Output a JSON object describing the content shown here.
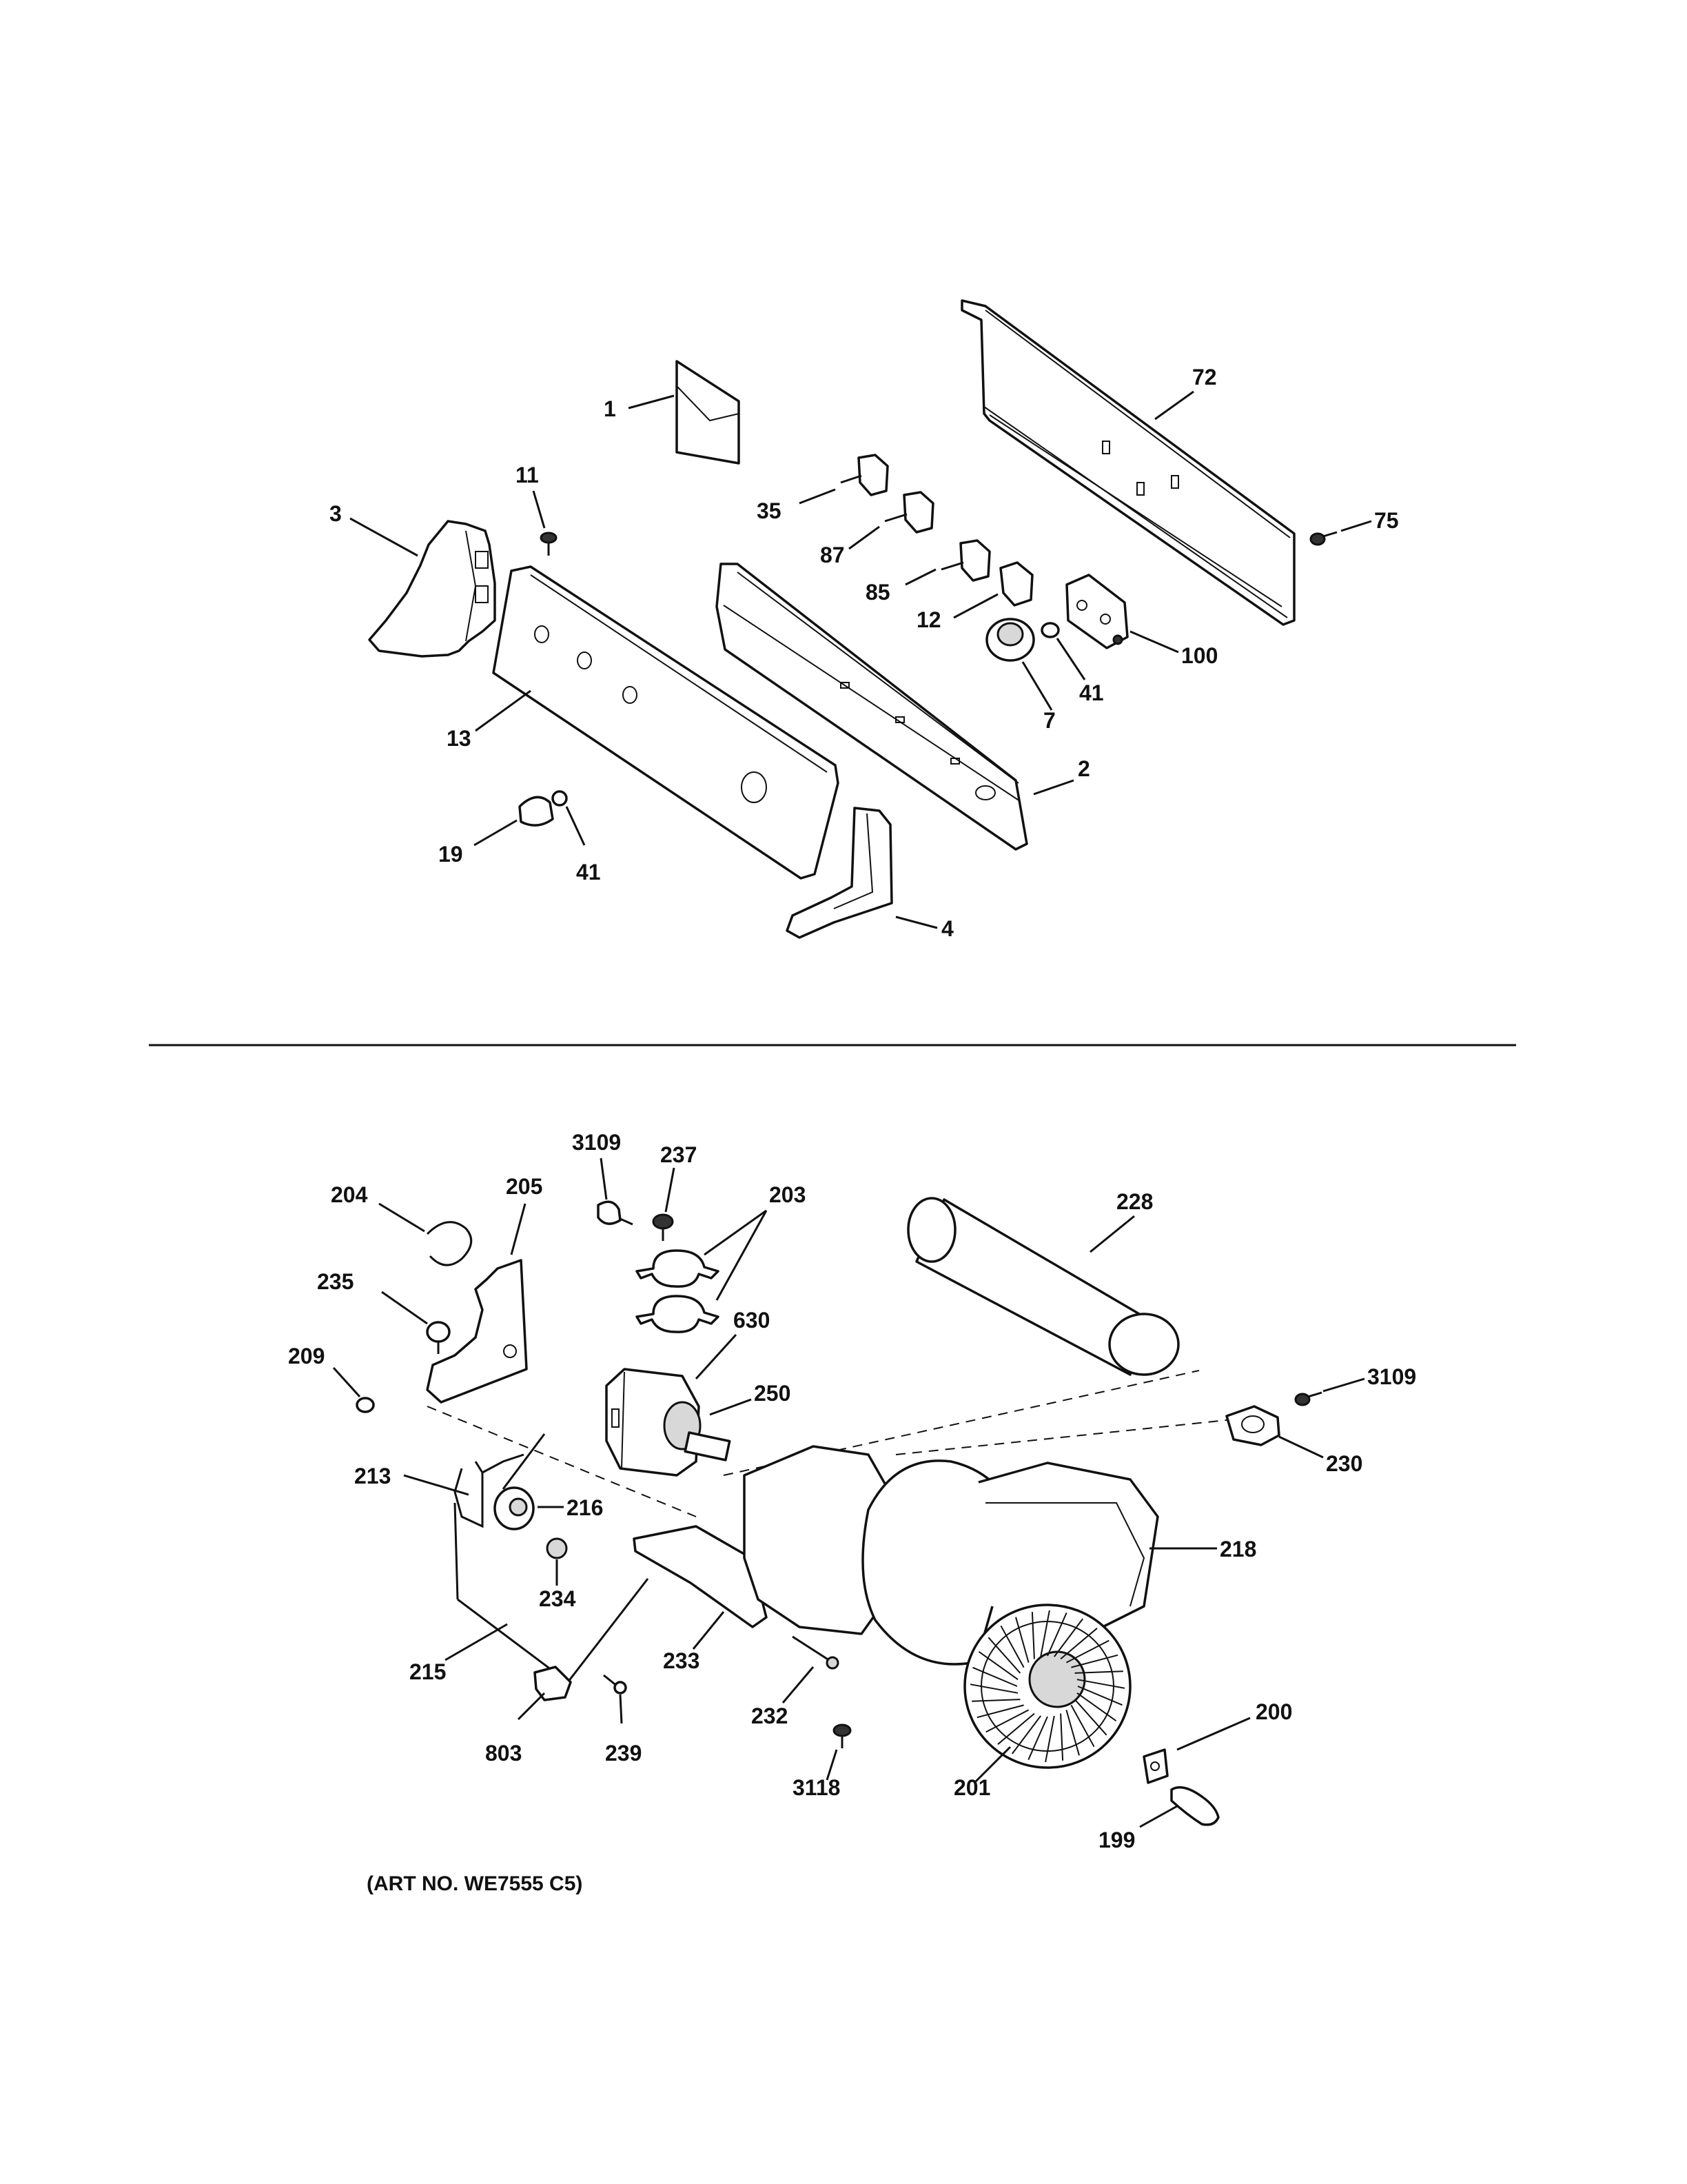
{
  "art_number": "(ART NO. WE7555 C5)",
  "callouts": {
    "c1": "1",
    "c2": "2",
    "c3": "3",
    "c4": "4",
    "c7": "7",
    "c11": "11",
    "c12": "12",
    "c13": "13",
    "c19": "19",
    "c35": "35",
    "c41a": "41",
    "c41b": "41",
    "c72": "72",
    "c75": "75",
    "c85": "85",
    "c87": "87",
    "c100": "100",
    "c3109a": "3109",
    "c237": "237",
    "c203": "203",
    "c204": "204",
    "c205": "205",
    "c228": "228",
    "c235": "235",
    "c630": "630",
    "c209": "209",
    "c3109b": "3109",
    "c250": "250",
    "c230": "230",
    "c213": "213",
    "c216": "216",
    "c218": "218",
    "c234": "234",
    "c215": "215",
    "c233": "233",
    "c232": "232",
    "c200": "200",
    "c803": "803",
    "c239": "239",
    "c3118": "3118",
    "c201": "201",
    "c199": "199"
  }
}
